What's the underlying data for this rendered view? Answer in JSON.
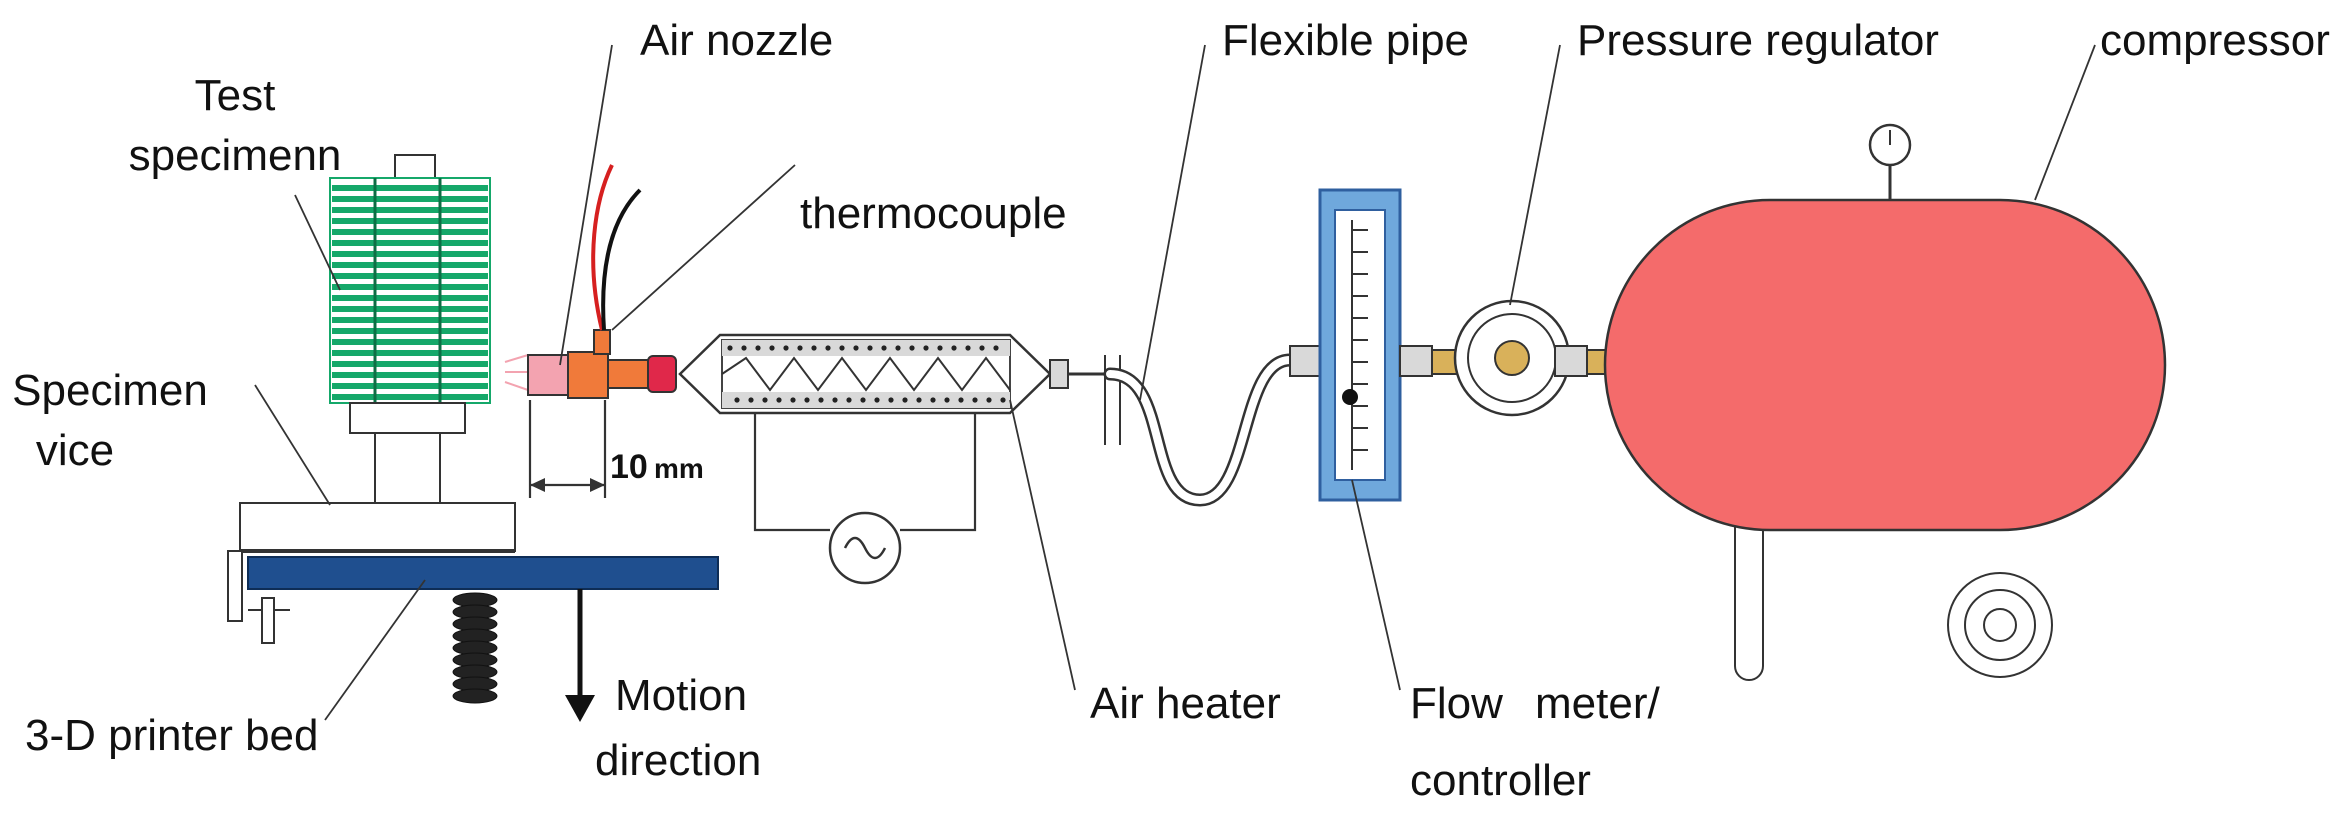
{
  "labels": {
    "test_specimen_1": "Test",
    "test_specimen_2": "specimenn",
    "air_nozzle": "Air nozzle",
    "thermocouple": "thermocouple",
    "flexible_pipe": "Flexible pipe",
    "pressure_regulator": "Pressure regulator",
    "compressor": "compressor",
    "specimen_vice_1": "Specimen",
    "specimen_vice_2": "vice",
    "dimension_value": "10",
    "dimension_unit": "mm",
    "printer_bed": "3-D printer bed",
    "motion_1": "Motion",
    "motion_2": "direction",
    "air_heater": "Air heater",
    "flow_meter_1": "Flow",
    "flow_meter_2": "meter/",
    "flow_meter_3": "controller"
  },
  "colors": {
    "specimen_green": "#15a86a",
    "bed_blue": "#1f4f8f",
    "flowmeter_blue": "#6fa8dc",
    "flowmeter_frame": "#2f5f9f",
    "compressor_red": "#f46b6b",
    "nozzle_pink": "#f3a3b0",
    "fitting_orange": "#f07a3a",
    "heater_plug": "#e0284a",
    "brass": "#d9b15a"
  },
  "icons": [
    "ac-source-icon",
    "pressure-gauge-icon",
    "motion-arrow-icon"
  ]
}
